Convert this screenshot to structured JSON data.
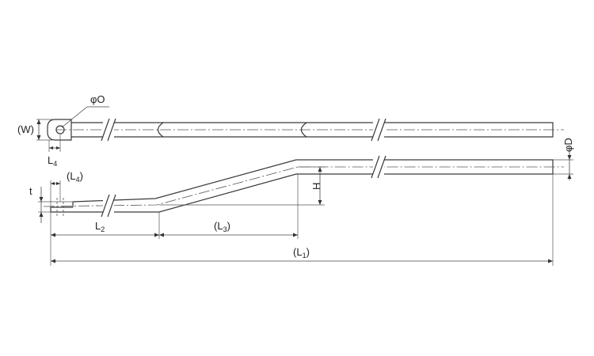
{
  "labels": {
    "hole_dia": "φO",
    "width": "(W)",
    "l4_top": "L4",
    "l4_side": "(L4)",
    "thickness": "t",
    "height": "H",
    "rod_dia": "φD",
    "l2": "L2",
    "l3": "(L3)",
    "l1": "(L1)"
  },
  "colors": {
    "line": "#3a3a3a",
    "text": "#222222",
    "background": "#ffffff"
  }
}
